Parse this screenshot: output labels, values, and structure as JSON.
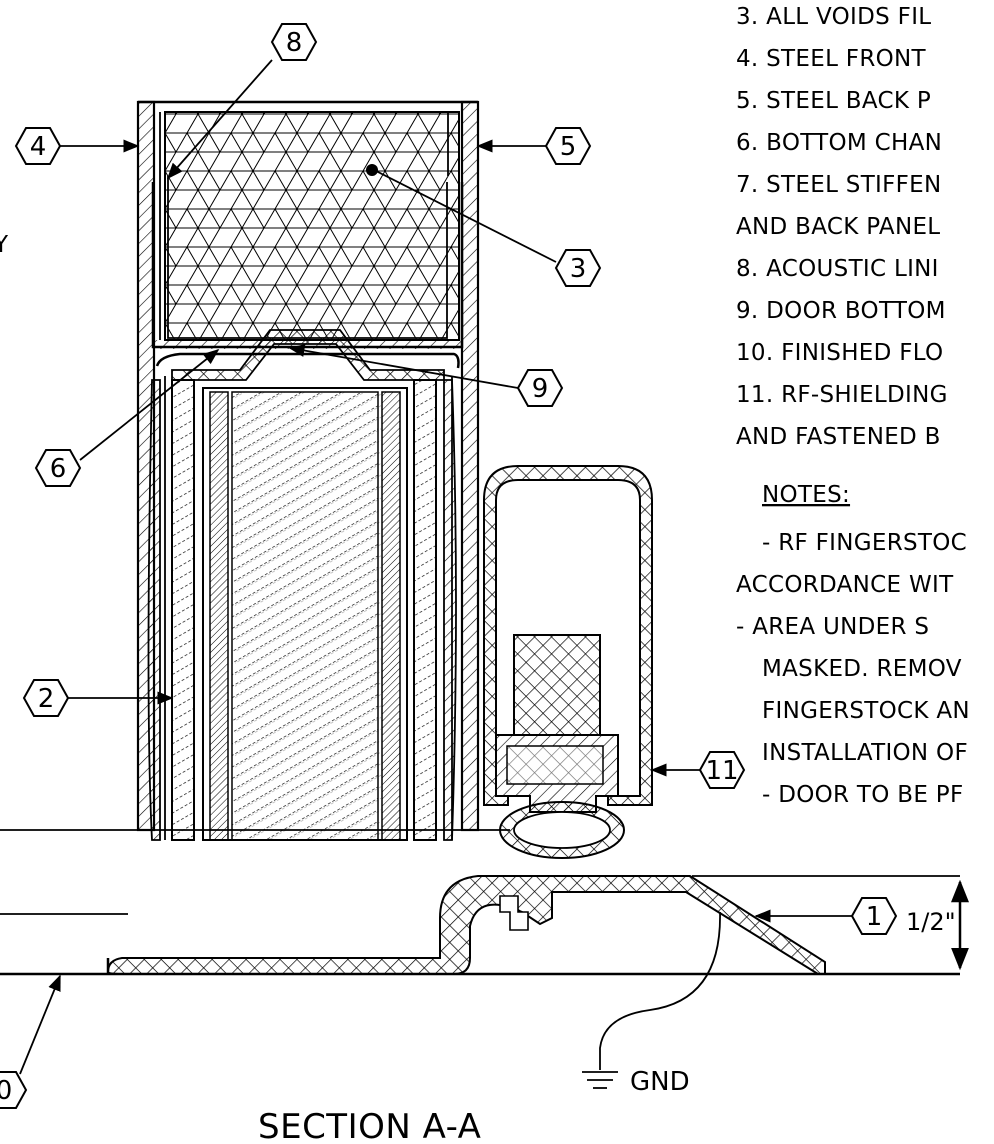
{
  "legend_lines": [
    "3. ALL VOIDS FIL",
    "4. STEEL FRONT",
    "5. STEEL BACK P",
    "6. BOTTOM CHAN",
    "7. STEEL STIFFEN",
    "AND BACK PANEL",
    "8. ACOUSTIC LINI",
    "9. DOOR BOTTOM",
    "10. FINISHED FLO",
    "11. RF-SHIELDING",
    "AND FASTENED B"
  ],
  "notes_heading": "NOTES:",
  "notes_lines": [
    "- RF FINGERSTOC",
    "ACCORDANCE WIT",
    "- AREA UNDER S",
    "MASKED.  REMOV",
    "FINGERSTOCK AN",
    "INSTALLATION OF",
    "- DOOR TO BE PF"
  ],
  "callouts": {
    "c1": "1",
    "c2": "2",
    "c3": "3",
    "c4": "4",
    "c5": "5",
    "c6": "6",
    "c8": "8",
    "c9": "9",
    "c10": "0",
    "c11": "11"
  },
  "dimension_label": "1/2\"",
  "ground_label": "GND",
  "section_title": "SECTION A-A"
}
